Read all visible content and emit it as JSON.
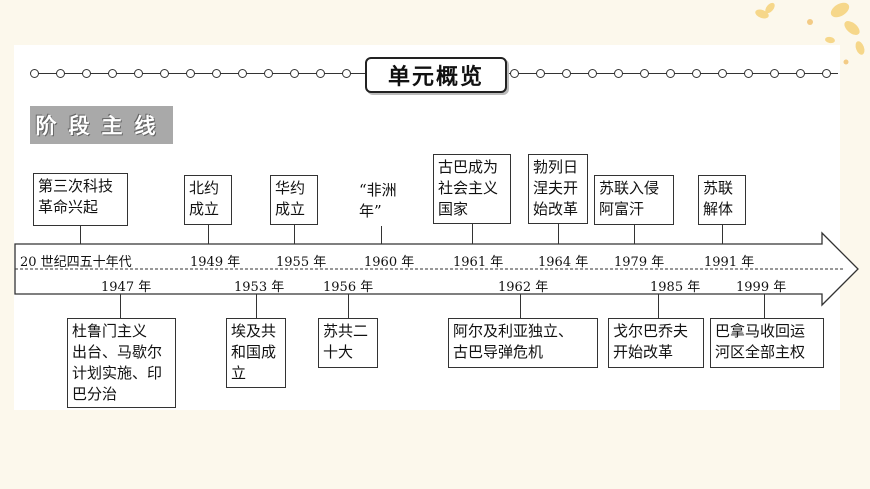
{
  "title": "单元概览",
  "stage_label": "阶段主线",
  "axis_start": "20 世纪四五十年代",
  "top_events": [
    {
      "year": "1949 年",
      "text": "北约\n成立"
    },
    {
      "year": "1955 年",
      "text": "华约\n成立"
    },
    {
      "year": "1960 年",
      "text": "“非洲\n年”"
    },
    {
      "year": "1961 年",
      "text": "古巴成为\n社会主义\n国家"
    },
    {
      "year": "1964 年",
      "text": "勃列日\n涅夫开\n始改革"
    },
    {
      "year": "1979 年",
      "text": "苏联入侵\n阿富汗"
    },
    {
      "year": "1991 年",
      "text": "苏联\n解体"
    }
  ],
  "first_top_event": {
    "text": "第三次科技\n革命兴起"
  },
  "bottom_events": [
    {
      "year": "1947 年",
      "text": "杜鲁门主义\n出台、马歇尔\n计划实施、印\n巴分治"
    },
    {
      "year": "1953 年",
      "text": "埃及共\n和国成\n立"
    },
    {
      "year": "1956 年",
      "text": "苏共二\n十大"
    },
    {
      "year": "1962 年",
      "text": "阿尔及利亚独立、\n古巴导弹危机"
    },
    {
      "year": "1985 年",
      "text": "戈尔巴乔夫\n开始改革"
    },
    {
      "year": "1999 年",
      "text": "巴拿马收回运\n河区全部主权"
    }
  ],
  "colors": {
    "background": "#fcf8ec",
    "sheet": "#ffffff",
    "line": "#333333",
    "label_bg": "#a9a9a9"
  }
}
